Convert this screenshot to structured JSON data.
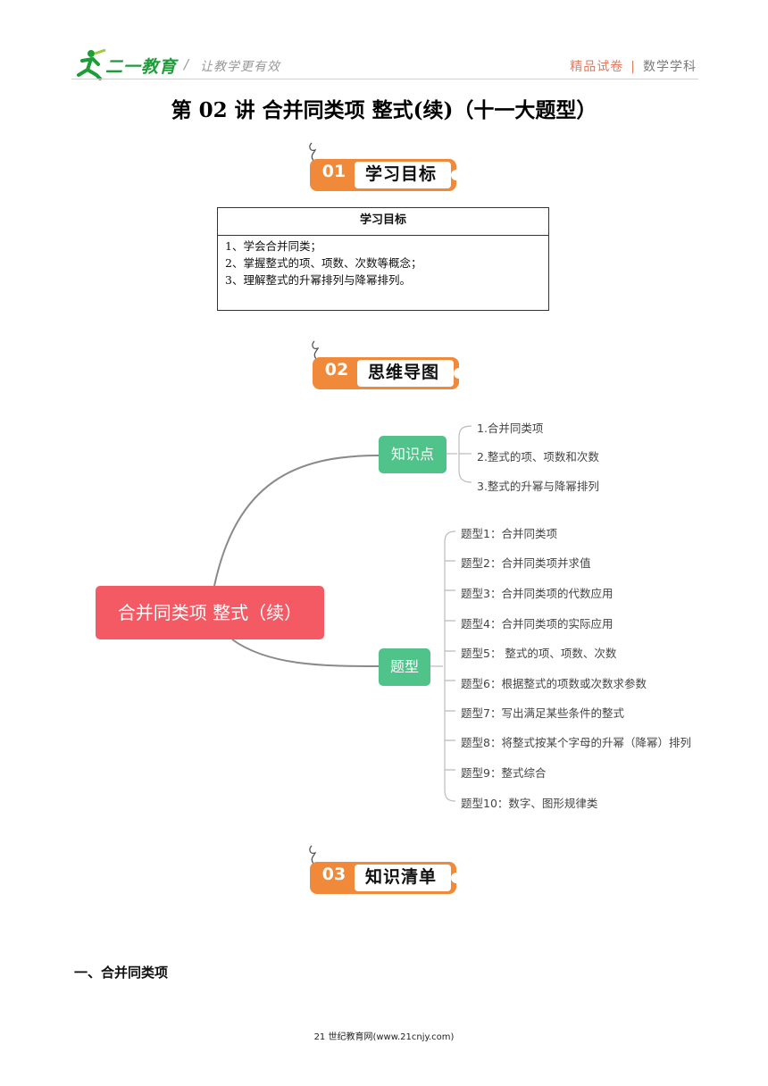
{
  "header": {
    "logo_text": "二一教育",
    "slogan": "让教学更有效",
    "tag": "精品试卷",
    "subject": "数学学科"
  },
  "title": "第 02 讲  合并同类项  整式(续)（十一大题型）",
  "sections": [
    {
      "num": "01",
      "label": "学习目标"
    },
    {
      "num": "02",
      "label": "思维导图"
    },
    {
      "num": "03",
      "label": "知识清单"
    }
  ],
  "objectives": {
    "header": "学习目标",
    "items": [
      "1、学会合并同类；",
      "2、掌握整式的项、项数、次数等概念；",
      "3、理解整式的升幂排列与降幂排列。"
    ]
  },
  "mindmap": {
    "root": "合并同类项 整式（续）",
    "knowledge": {
      "label": "知识点",
      "items": [
        "1.合并同类项",
        "2.整式的项、项数和次数",
        "3.整式的升幂与降幂排列"
      ]
    },
    "types": {
      "label": "题型",
      "items": [
        "题型1：合并同类项",
        "题型2：合并同类项并求值",
        "题型3：合并同类项的代数应用",
        "题型4：合并同类项的实际应用",
        "题型5： 整式的项、项数、次数",
        "题型6：根据整式的项数或次数求参数",
        "题型7：写出满足某些条件的整式",
        "题型8：将整式按某个字母的升幂（降幂）排列",
        "题型9：整式综合",
        "题型10：数字、图形规律类"
      ]
    }
  },
  "section_heading": "一、合并同类项",
  "footer": "21 世纪教育网(www.21cnjy.com)",
  "colors": {
    "accent_orange": "#f0893a",
    "root_red": "#f35a63",
    "node_green": "#4fc38a"
  }
}
